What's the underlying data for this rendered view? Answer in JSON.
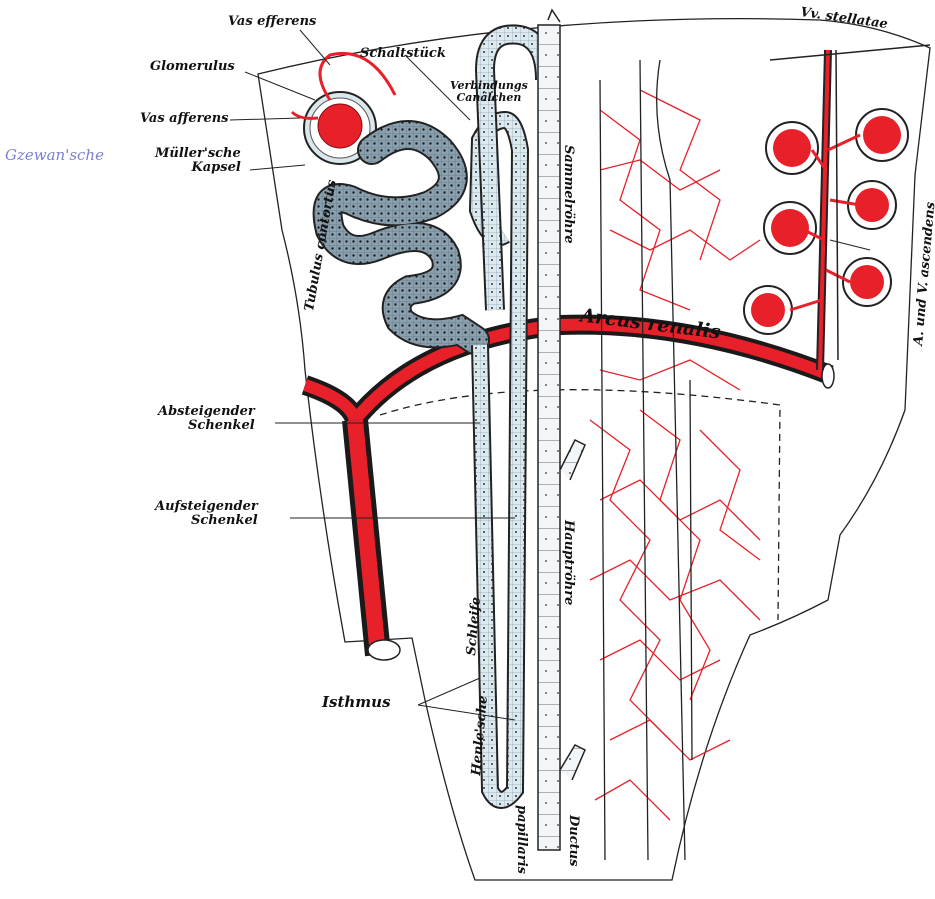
{
  "labels": {
    "vas_efferens": "Vas efferens",
    "glomerulus": "Glomerulus",
    "vas_afferens": "Vas afferens",
    "muellersche_kapsel": "Müller'sche\nKapsel",
    "margin_note": "Gzewan'sche",
    "schaltstueck": "Schaltstück",
    "verbindungs_canaelchen": "Verbindungs\nCanälchen",
    "tubulus_contortus": "Tubulus contortus",
    "sammelroehre": "Sammelröhre",
    "vv_stellatae": "Vv. stellatae",
    "a_und_v_ascendens": "A. und V. ascendens",
    "arcus_renalis": "Arcus renalis",
    "absteigender_schenkel": "Absteigender\nSchenkel",
    "aufsteigender_schenkel": "Aufsteigender\nSchenkel",
    "schleife": "Schleife",
    "hauptroehre": "Hauptröhre",
    "henle_sche": "Henle'sche",
    "isthmus": "Isthmus",
    "ductus_papillaris_1": "Ductus",
    "ductus_papillaris_2": "papillaris"
  },
  "colors": {
    "vessel_red": "#e8202a",
    "vessel_dark": "#1a1a1a",
    "tubule_fill": "#cfe0ea",
    "tubule_dark_fill": "#7f96a6",
    "outline": "#222222",
    "margin_note_blue": "#7b7fd1"
  }
}
